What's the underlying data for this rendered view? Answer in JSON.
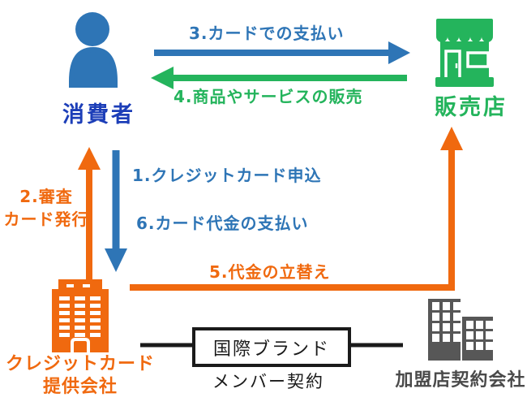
{
  "nodes": {
    "consumer": {
      "label": "消費者"
    },
    "store": {
      "label": "販売店"
    },
    "card_company": {
      "label_line1": "クレジットカード",
      "label_line2": "提供会社"
    },
    "acquirer": {
      "label": "加盟店契約会社"
    },
    "international_brand": {
      "label": "国際ブランド"
    }
  },
  "flows": {
    "apply": {
      "label": "1.クレジットカード申込"
    },
    "screening": {
      "label_line1": "2.審査",
      "label_line2": "カード発行"
    },
    "card_payment": {
      "label": "3.カードでの支払い"
    },
    "goods_sales": {
      "label": "4.商品やサービスの販売"
    },
    "advance": {
      "label": "5.代金の立替え"
    },
    "bill_payment": {
      "label": "6.カード代金の支払い"
    },
    "member_contract": {
      "label": "メンバー契約"
    }
  },
  "colors": {
    "arrow_blue": "#2E75B6",
    "label_navy": "#1C3EB8",
    "green": "#24B45C",
    "orange": "#F0690F",
    "building_gray": "#575757",
    "black": "#1a1a1a"
  }
}
